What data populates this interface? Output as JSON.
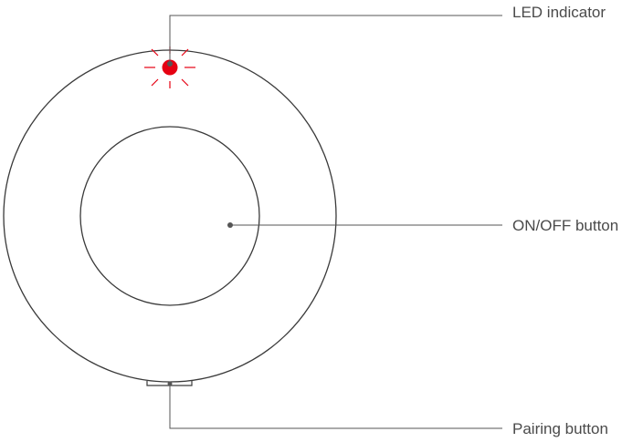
{
  "callouts": {
    "led_indicator": "LED indicator",
    "on_off_button": "ON/OFF button",
    "pairing_button": "Pairing button"
  },
  "colors": {
    "outline": "#3a3a3a",
    "leader_line": "#555555",
    "led": "#e60012"
  },
  "device": {
    "led_state": "blinking"
  }
}
